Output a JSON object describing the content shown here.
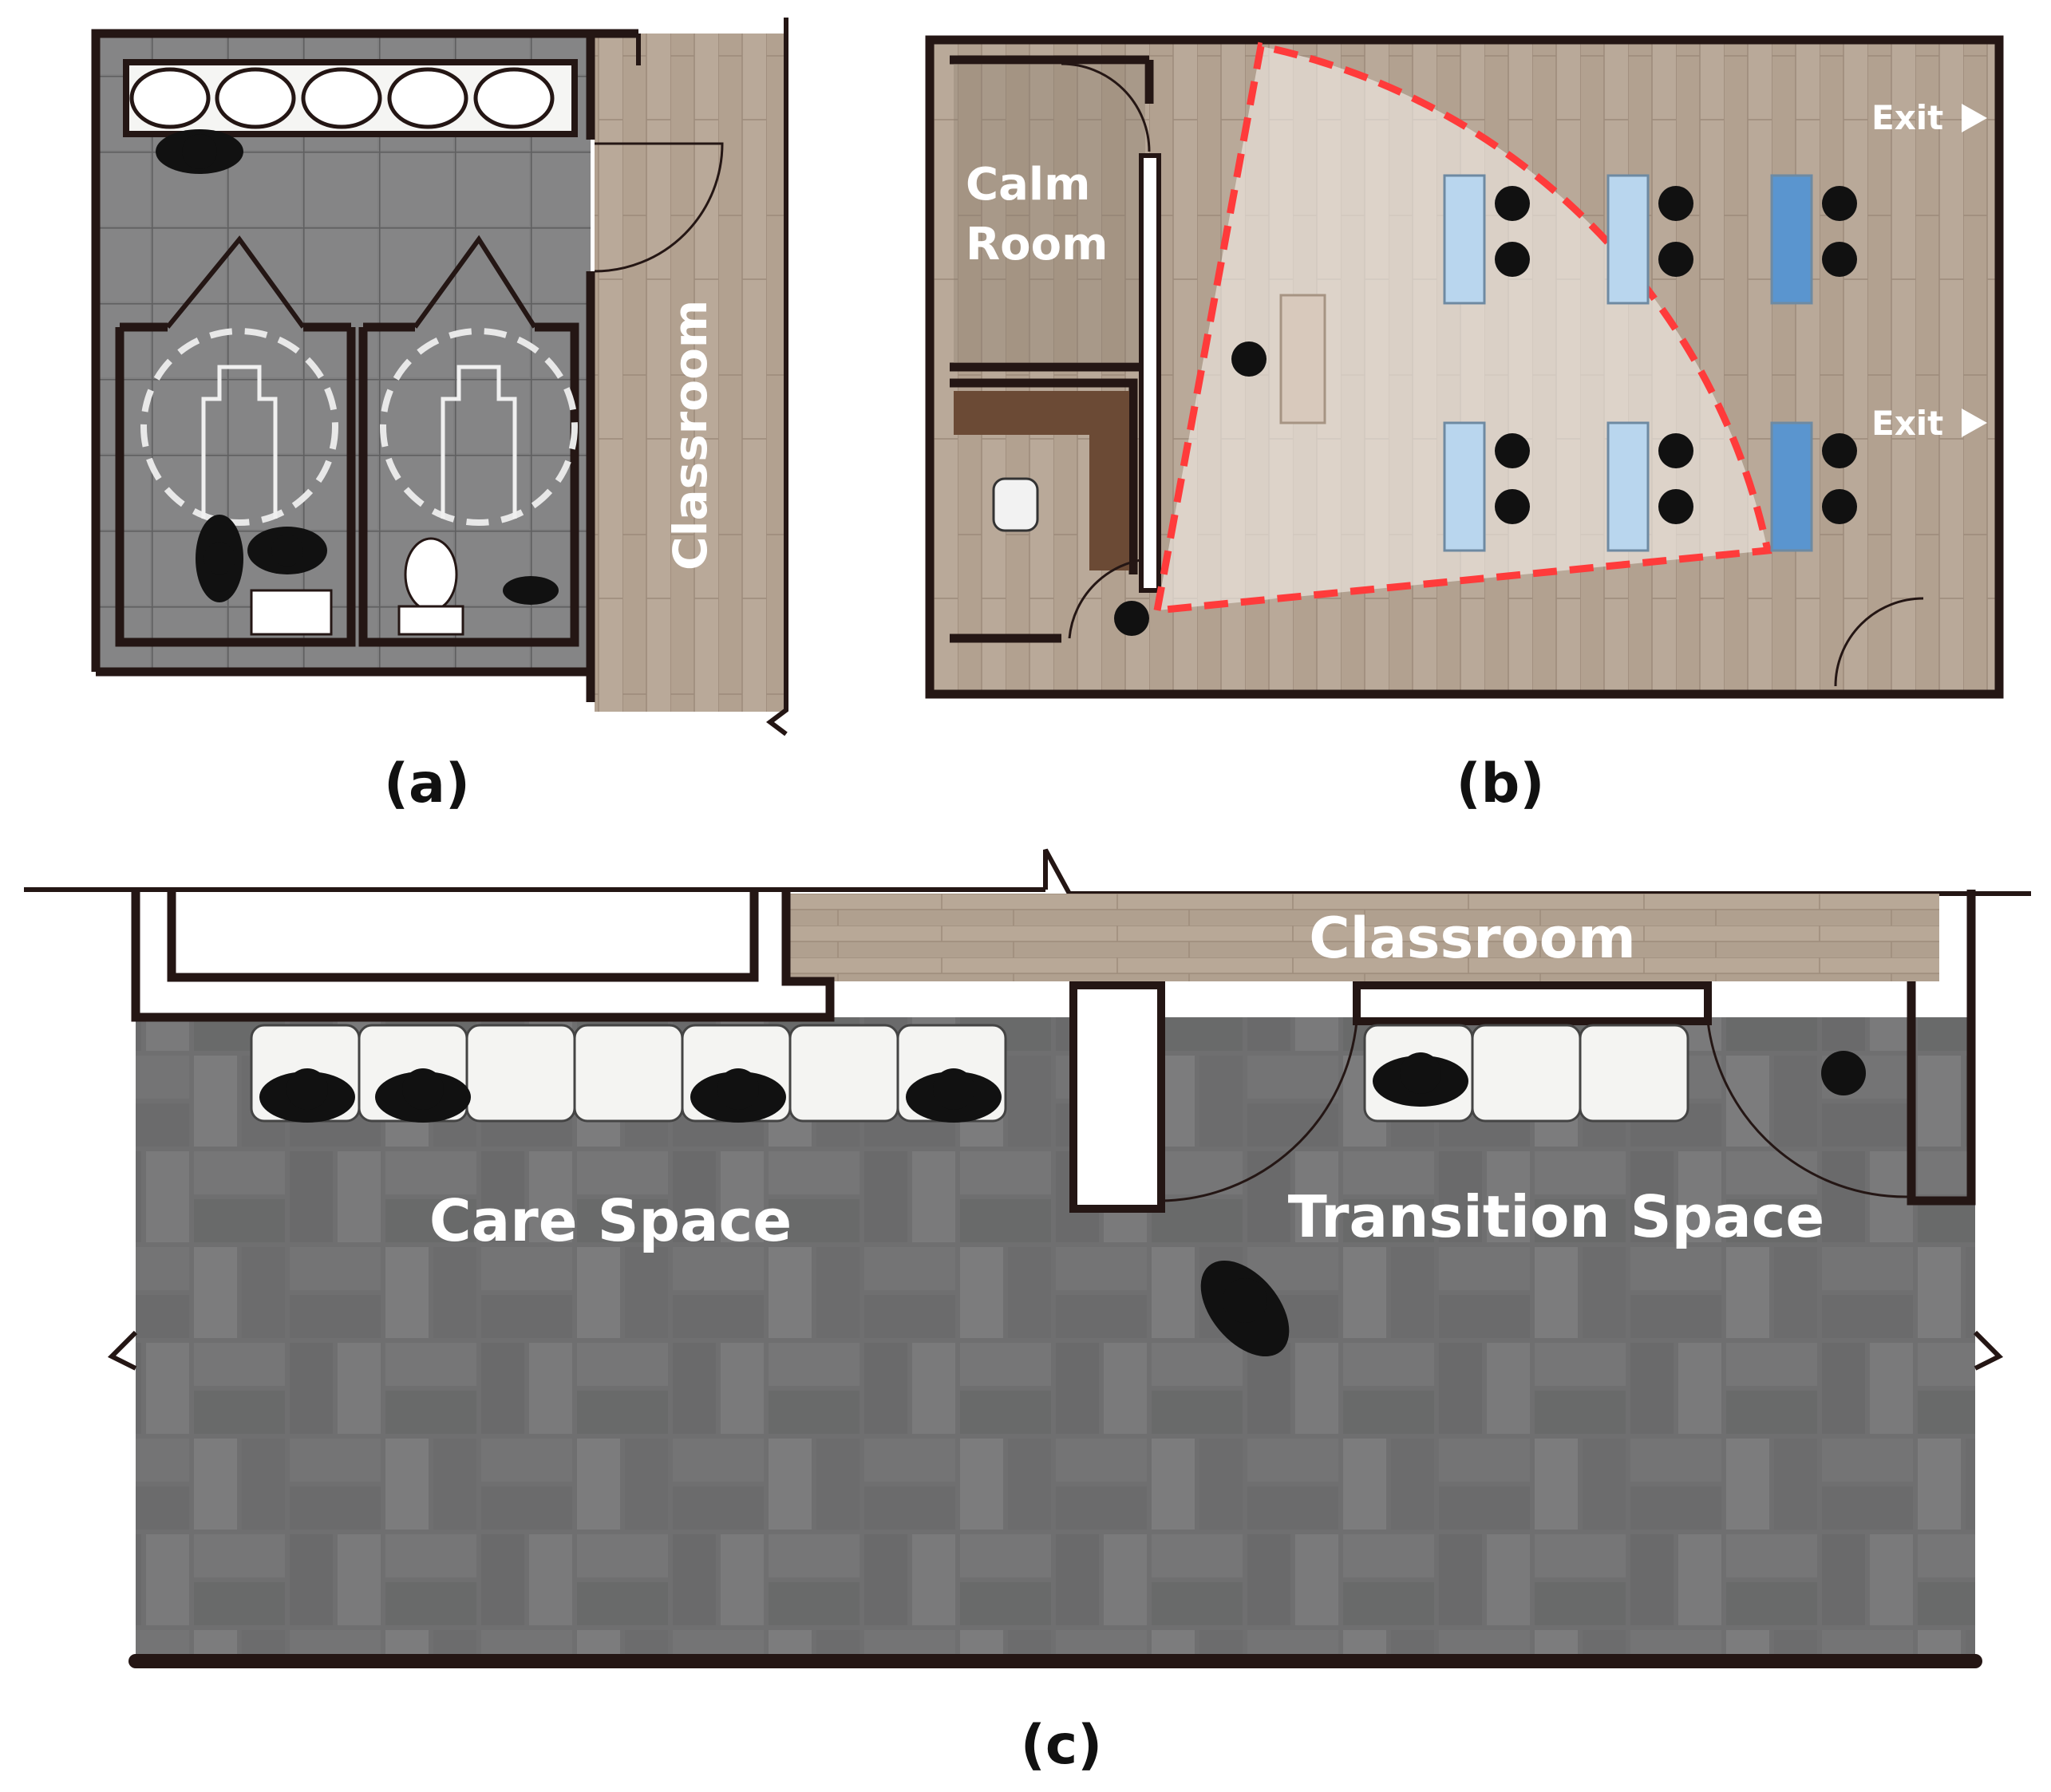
{
  "panels": [
    {
      "id": "a",
      "caption": "(a)",
      "labels": {
        "classroom": "Classroom"
      }
    },
    {
      "id": "b",
      "caption": "(b)",
      "labels": {
        "calm_room_line1": "Calm",
        "calm_room_line2": "Room",
        "exit_top": "Exit",
        "exit_bottom": "Exit"
      }
    },
    {
      "id": "c",
      "caption": "(c)",
      "labels": {
        "classroom": "Classroom",
        "care_space": "Care Space",
        "transition_space": "Transition Space"
      }
    }
  ],
  "colors": {
    "wall": "#241614",
    "wood_floor": "#b7a797",
    "tile_floor": "#7f7f80",
    "paver_floor": "#6b6b6c",
    "zone_highlight": "#ff3b3b",
    "desk_blue": "#5a95cf",
    "desk_light": "#b9d6ee",
    "counter_brown": "#6b4a35"
  }
}
